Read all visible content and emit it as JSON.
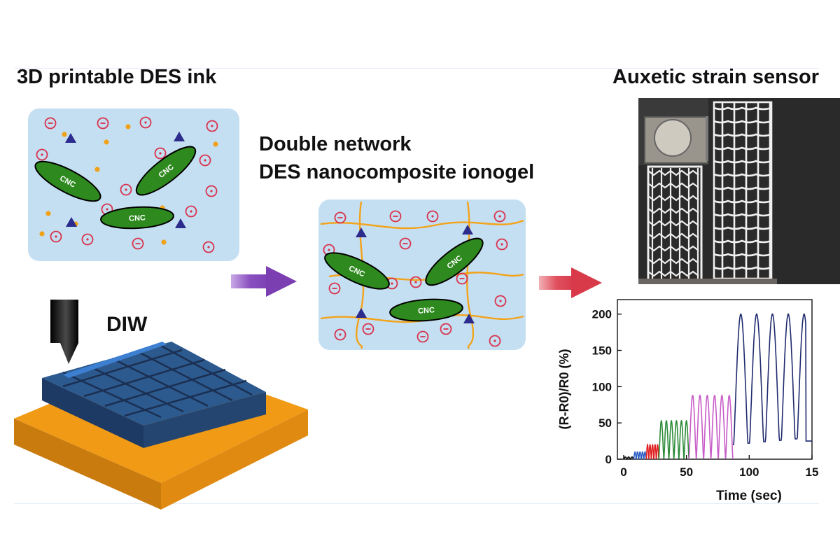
{
  "titles": {
    "ink": "3D printable DES ink",
    "sensor": "Auxetic strain sensor",
    "network_line1": "Double network",
    "network_line2": "DES nanocomposite ionogel",
    "diw": "DIW"
  },
  "labels": {
    "cnc": "CNC"
  },
  "colors": {
    "panel_fill": "#c5dff2",
    "cnc_fill": "#2e8a1e",
    "ion_red": "#d8334d",
    "orange_dot": "#f0a11a",
    "triangle": "#2b2c8c",
    "network_line": "#f2a31a",
    "arrow_purple": "#8a4fbf",
    "arrow_red": "#e0505e",
    "substrate": "#f09a16",
    "print_blue": "#24456f"
  },
  "chart_data": {
    "type": "line",
    "xlabel": "Time (sec)",
    "ylabel": "(R-R0)/R0 (%)",
    "xlim": [
      -5,
      150
    ],
    "ylim": [
      0,
      220
    ],
    "xticks": [
      "0",
      "50",
      "100",
      "15"
    ],
    "yticks": [
      "0",
      "50",
      "100",
      "150",
      "200"
    ],
    "series": [
      {
        "color": "#111111",
        "amplitude": 3,
        "t_start": 0,
        "t_end": 8,
        "cycles": 3
      },
      {
        "color": "#2f5fc4",
        "amplitude": 10,
        "t_start": 8,
        "t_end": 18,
        "cycles": 5
      },
      {
        "color": "#e02020",
        "amplitude": 20,
        "t_start": 18,
        "t_end": 28,
        "cycles": 5
      },
      {
        "color": "#2e8b3a",
        "amplitude": 53,
        "t_start": 28,
        "t_end": 52,
        "cycles": 6
      },
      {
        "color": "#c85cc8",
        "amplitude": 88,
        "t_start": 52,
        "t_end": 87,
        "cycles": 6
      },
      {
        "color": "#1f2a6e",
        "amplitude": 200,
        "t_start": 87,
        "t_end": 150,
        "cycles": 5
      }
    ]
  }
}
